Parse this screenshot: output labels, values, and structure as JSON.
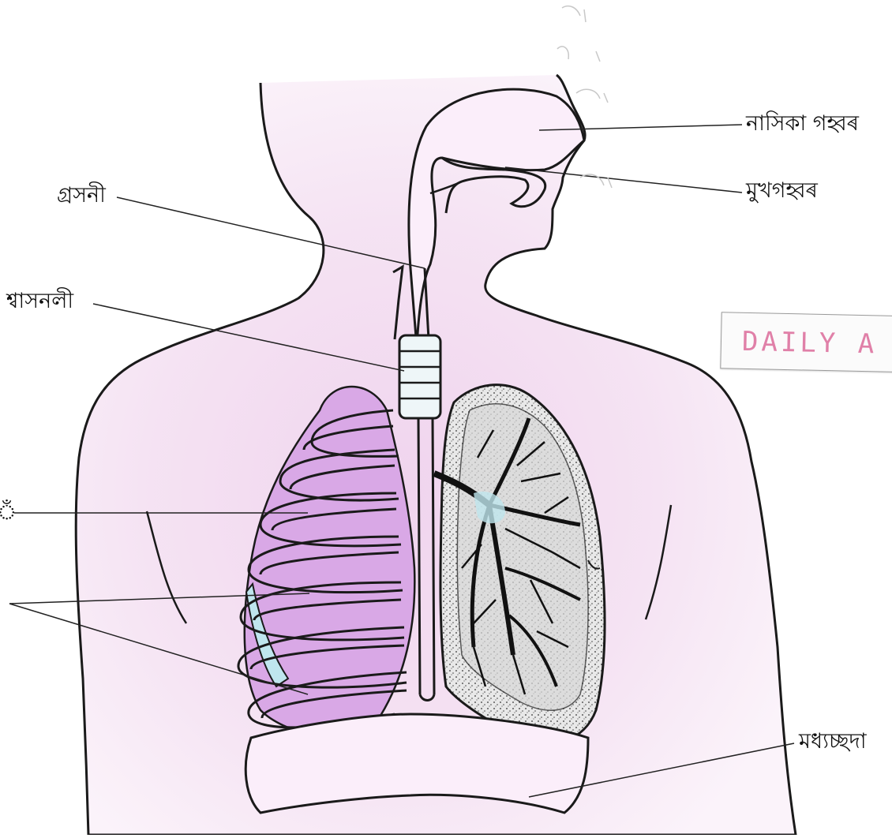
{
  "labels": {
    "nasal_cavity": "নাসিকা গহ্বৰ",
    "mouth_cavity": "মুখগহ্বৰ",
    "pharynx": "গ্ৰসনী",
    "trachea": "শ্বাসনলী",
    "lung_partial": "ঁ",
    "diaphragm": "মধ্যচ্ছদা"
  },
  "watermark": {
    "text": "DAILY A",
    "color": "#e080a8"
  },
  "colors": {
    "body_tint": "#f3dff0",
    "lung_pink": "#d9a8e6",
    "rib_stroke": "#111111",
    "bronchi_blue": "#bfe6ee"
  }
}
